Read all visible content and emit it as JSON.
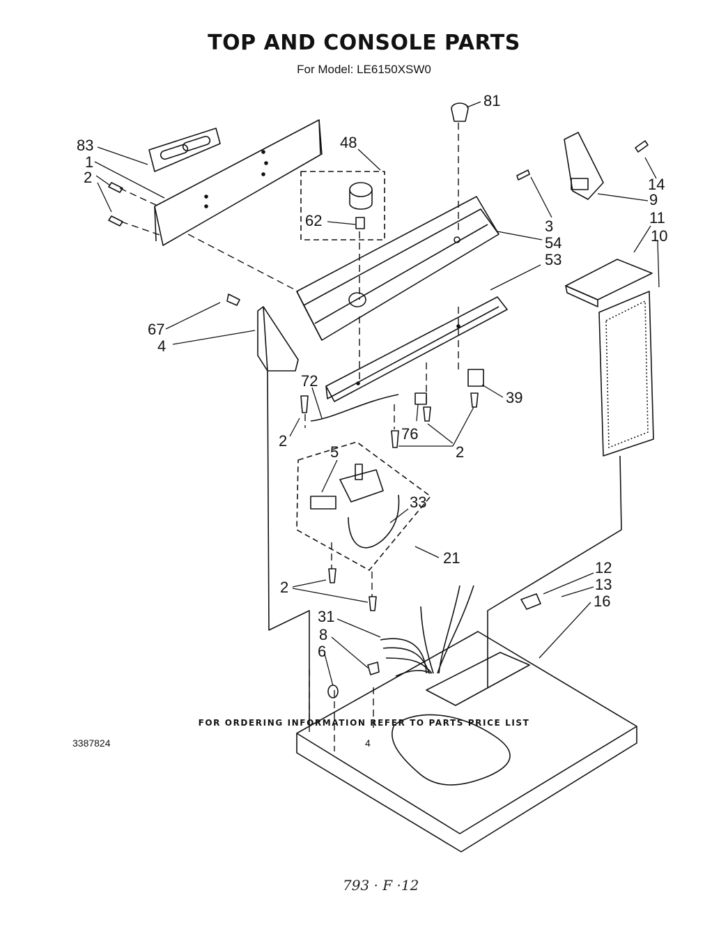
{
  "header": {
    "title": "TOP AND CONSOLE PARTS",
    "subtitle": "For Model: LE6150XSW0"
  },
  "callouts": [
    "81",
    "83",
    "1",
    "2",
    "48",
    "62",
    "14",
    "3",
    "9",
    "54",
    "11",
    "10",
    "53",
    "67",
    "4",
    "72",
    "39",
    "2",
    "76",
    "2",
    "5",
    "33",
    "21",
    "2",
    "12",
    "13",
    "16",
    "31",
    "8",
    "6"
  ],
  "footer": {
    "ordering_note": "FOR ORDERING INFORMATION REFER TO PARTS PRICE LIST",
    "document_number": "3387824",
    "page_number": "4",
    "handwritten_note": "793 · F ·12"
  }
}
